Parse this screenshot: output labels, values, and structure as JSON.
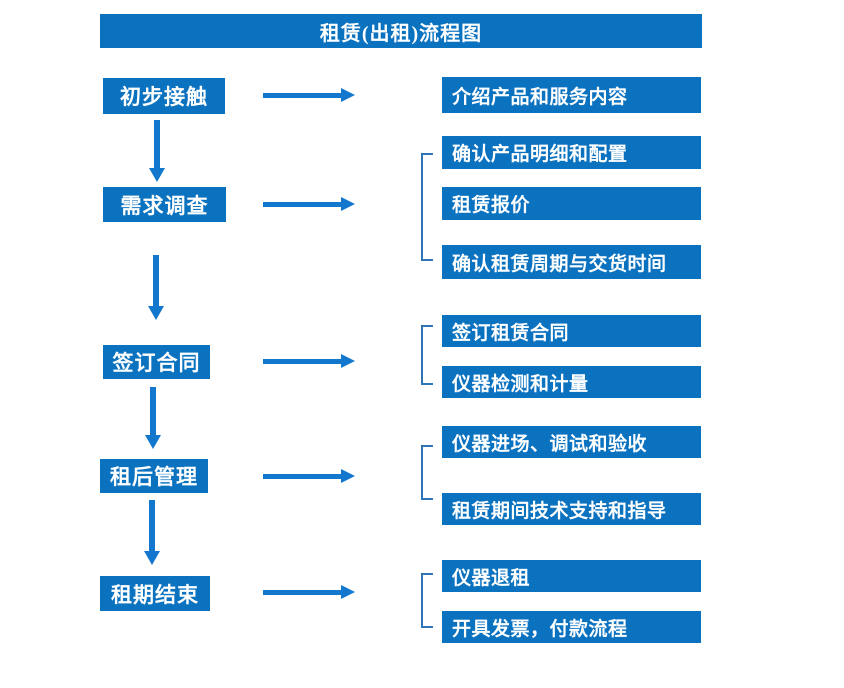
{
  "title": "租赁(出租)流程图",
  "colors": {
    "primary": "#0b72c0",
    "arrow": "#1377cd",
    "bracket": "#2e75b6"
  },
  "flow": {
    "steps": [
      {
        "label": "初步接触",
        "outputs": [
          "介绍产品和服务内容"
        ]
      },
      {
        "label": "需求调查",
        "outputs": [
          "确认产品明细和配置",
          "租赁报价",
          "确认租赁周期与交货时间"
        ]
      },
      {
        "label": "签订合同",
        "outputs": [
          "签订租赁合同",
          "仪器检测和计量"
        ]
      },
      {
        "label": "租后管理",
        "outputs": [
          "仪器进场、调试和验收",
          "租赁期间技术支持和指导"
        ]
      },
      {
        "label": "租期结束",
        "outputs": [
          "仪器退租",
          "开具发票，付款流程"
        ]
      }
    ]
  }
}
